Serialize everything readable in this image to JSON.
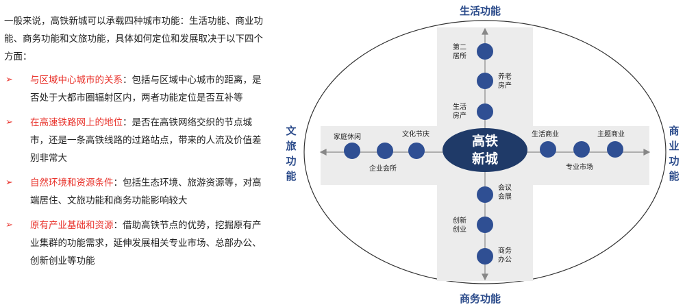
{
  "intro": "一般来说，高铁新城可以承载四种城市功能：生活功能、商业功能、商务功能和文旅功能，具体如何定位和发展取决于以下四个方面：",
  "bullets": [
    {
      "key": "与区域中心城市的关系",
      "text": "：包括与区域中心城市的距离，是否处于大都市圈辐射区内，两者功能定位是否互补等"
    },
    {
      "key": "在高速铁路网上的地位",
      "text": "：是否在高铁网络交织的节点城市，还是一条高铁线路的过路站点，带来的人流及价值差别非常大"
    },
    {
      "key": "自然环境和资源条件",
      "text": "：包括生态环境、旅游资源等，对高端居住、文旅功能和商务功能影响较大"
    },
    {
      "key": "原有产业基础和资源",
      "text": "：借助高铁节点的优势，挖掘原有产业集群的功能需求，延伸发展相关专业市场、总部办公、创新创业等功能"
    }
  ],
  "arrow_glyph": "➢",
  "categories": {
    "top": "生活功能",
    "bottom": "商务功能",
    "left": "文旅功能",
    "right": "商业功能"
  },
  "center": "高铁\n新城",
  "nodes": {
    "top": [
      "第二\n居所",
      "养老\n房产",
      "生活\n房产"
    ],
    "left": [
      "家庭休闲",
      "企业会所",
      "文化节庆"
    ],
    "right": [
      "生活商业",
      "专业市场",
      "主题商业"
    ],
    "bottom": [
      "会议\n会展",
      "创新\n创业",
      "商务\n办公"
    ]
  },
  "colors": {
    "accent_red": "#e8312a",
    "node_blue": "#2f4f93",
    "center_navy": "#1f3a68",
    "category_blue": "#2a4a8a",
    "band_gray": "#ececec"
  }
}
